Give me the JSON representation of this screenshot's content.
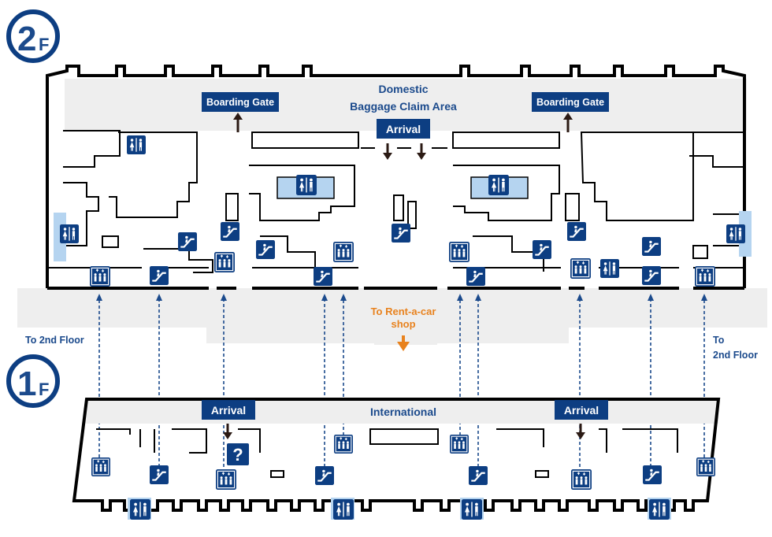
{
  "floor_2": {
    "badge": "2",
    "badge_sub": "F",
    "area_title_line1": "Domestic",
    "area_title_line2": "Baggage Claim Area",
    "arrival_label": "Arrival",
    "boarding_gate_left": "Boarding Gate",
    "boarding_gate_right": "Boarding Gate",
    "rent_a_car_line1": "To Rent-a-car",
    "rent_a_car_line2": "shop"
  },
  "floor_1": {
    "badge": "1",
    "badge_sub": "F",
    "area_title": "International",
    "arrival_left": "Arrival",
    "arrival_right": "Arrival",
    "info_symbol": "?"
  },
  "side_labels": {
    "left": "To 2nd Floor",
    "right_line1": "To",
    "right_line2": "2nd Floor"
  },
  "icons": {
    "elevator": "elevator-icon",
    "escalator": "escalator-icon",
    "restroom": "restroom-icon",
    "information": "information-icon"
  },
  "colors": {
    "navy": "#0d3e82",
    "label_text": "#1b4a8c",
    "orange": "#e8821e",
    "corridor": "#eeeeee",
    "restroom_fill": "#b5d4f0"
  }
}
